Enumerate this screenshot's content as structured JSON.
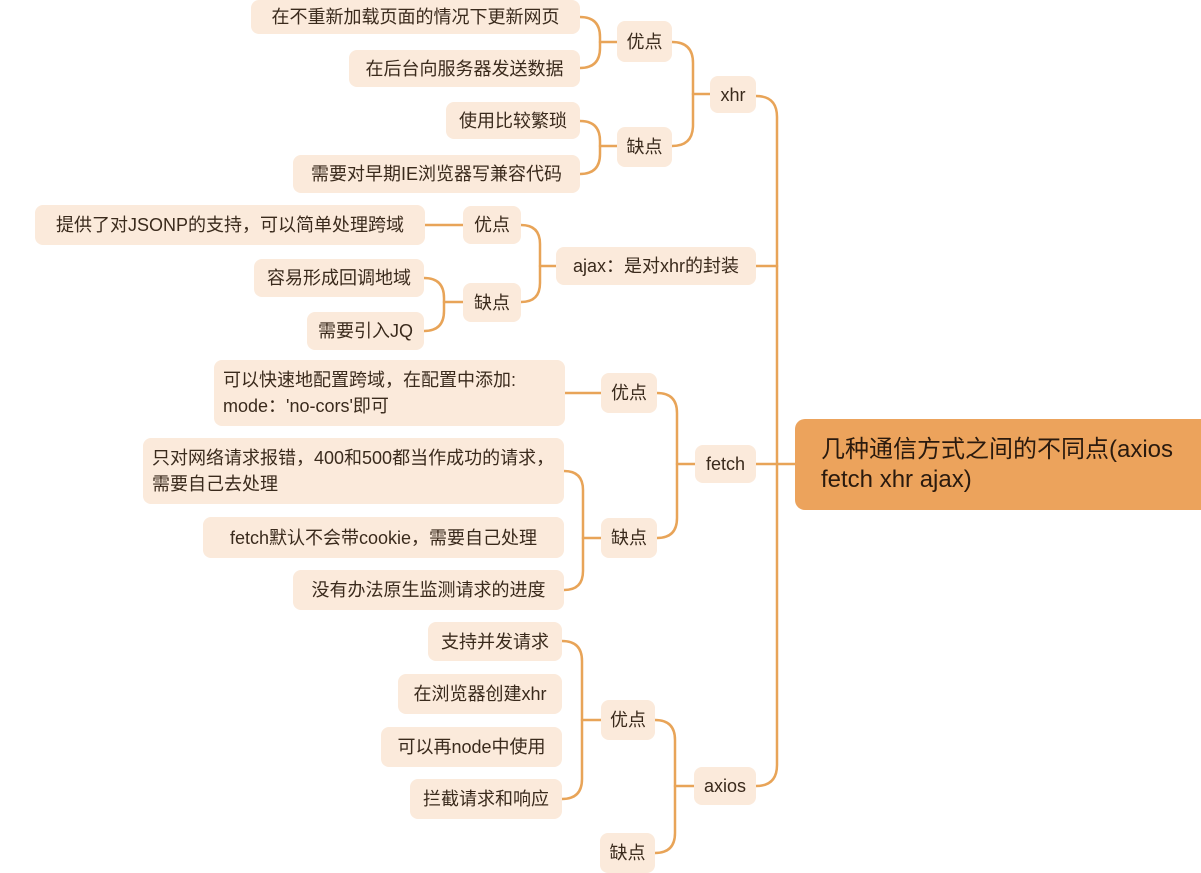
{
  "root": {
    "title": "几种通信方式之间的不同点(axios fetch xhr  ajax)"
  },
  "xhr": {
    "label": "xhr",
    "pros_label": "优点",
    "pros": [
      "在不重新加载页面的情况下更新网页",
      "在后台向服务器发送数据"
    ],
    "cons_label": "缺点",
    "cons": [
      "使用比较繁琐",
      "需要对早期IE浏览器写兼容代码"
    ]
  },
  "ajax": {
    "label": "ajax：是对xhr的封装",
    "pros_label": "优点",
    "pros": [
      "提供了对JSONP的支持，可以简单处理跨域"
    ],
    "cons_label": "缺点",
    "cons": [
      "容易形成回调地域",
      "需要引入JQ"
    ]
  },
  "fetch": {
    "label": "fetch",
    "pros_label": "优点",
    "pros": [
      "可以快速地配置跨域，在配置中添加: mode：'no-cors'即可"
    ],
    "cons_label": "缺点",
    "cons": [
      "只对网络请求报错，400和500都当作成功的请求，需要自己去处理",
      "fetch默认不会带cookie，需要自己处理",
      "没有办法原生监测请求的进度"
    ]
  },
  "axios": {
    "label": "axios",
    "pros_label": "优点",
    "pros": [
      "支持并发请求",
      "在浏览器创建xhr",
      "可以再node中使用",
      "拦截请求和响应"
    ],
    "cons_label": "缺点"
  },
  "colors": {
    "line": "#e8a458",
    "node_bg": "#fbeadb",
    "root_bg": "#eca35c",
    "text": "#3a2a1c"
  }
}
